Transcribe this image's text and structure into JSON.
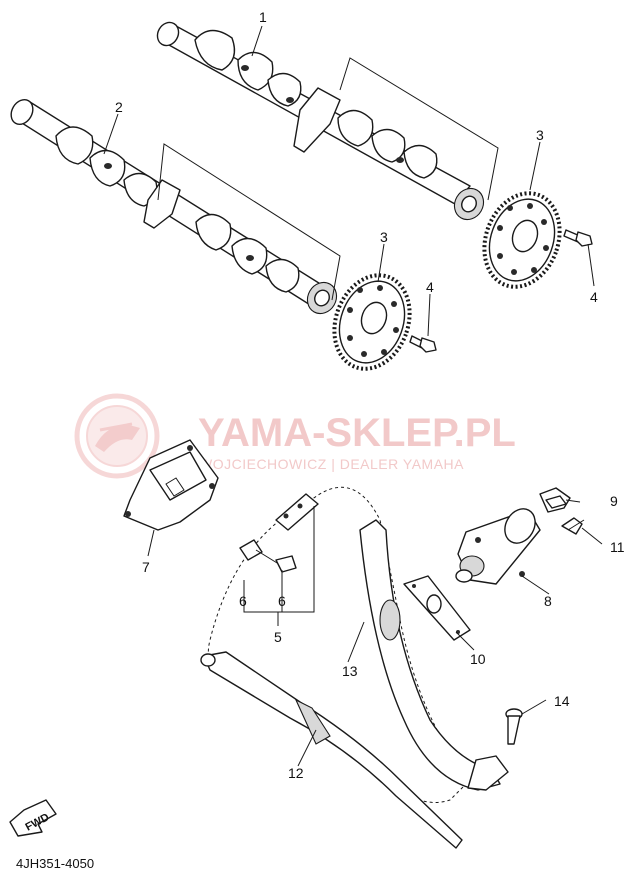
{
  "watermark": {
    "title": "YAMA-SKLEP.PL",
    "subtitle": "WOJCIECHOWICZ | DEALER YAMAHA"
  },
  "callouts": {
    "c1": "1",
    "c2": "2",
    "c3a": "3",
    "c3b": "3",
    "c4a": "4",
    "c4b": "4",
    "c5": "5",
    "c6a": "6",
    "c6b": "6",
    "c7": "7",
    "c8": "8",
    "c9": "9",
    "c10": "10",
    "c11": "11",
    "c12": "12",
    "c13": "13",
    "c14": "14"
  },
  "fwd_label": "FWD",
  "diagram_code": "4JH351-4050",
  "colors": {
    "line": "#1a1a1a",
    "watermark": "#f2c9c9",
    "background": "#ffffff"
  }
}
